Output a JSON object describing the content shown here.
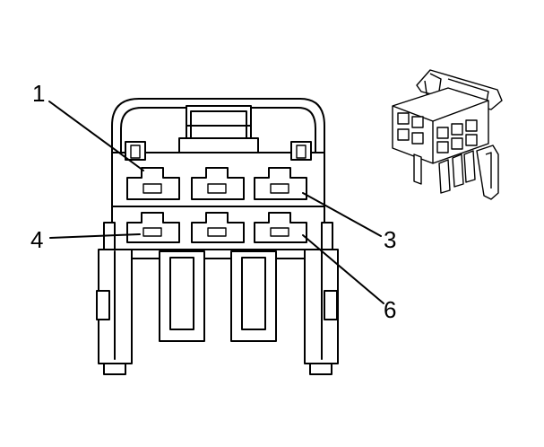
{
  "callouts": [
    {
      "id": "1",
      "label": "1"
    },
    {
      "id": "3",
      "label": "3"
    },
    {
      "id": "4",
      "label": "4"
    },
    {
      "id": "6",
      "label": "6"
    }
  ]
}
